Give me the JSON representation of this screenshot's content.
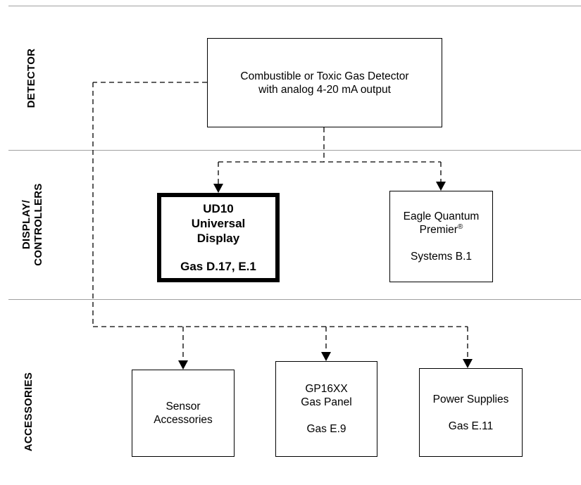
{
  "sections": {
    "detector": "DETECTOR",
    "display_line1": "DISPLAY/",
    "display_line2": "CONTROLLERS",
    "accessories": "ACCESSORIES"
  },
  "detector_box": {
    "line1": "Combustible or Toxic Gas Detector",
    "line2": "with analog 4-20 mA output"
  },
  "ud10_box": {
    "line1": "UD10",
    "line2": "Universal",
    "line3": "Display",
    "ref": "Gas D.17, E.1"
  },
  "eqp_box": {
    "line1": "Eagle Quantum",
    "line2": "Premier",
    "reg_mark": "®",
    "ref": "Systems B.1"
  },
  "sensor_box": {
    "line1": "Sensor",
    "line2": "Accessories"
  },
  "gp_box": {
    "line1": "GP16XX",
    "line2": "Gas Panel",
    "ref": "Gas E.9"
  },
  "power_box": {
    "line1": "Power Supplies",
    "ref": "Gas E.11"
  }
}
